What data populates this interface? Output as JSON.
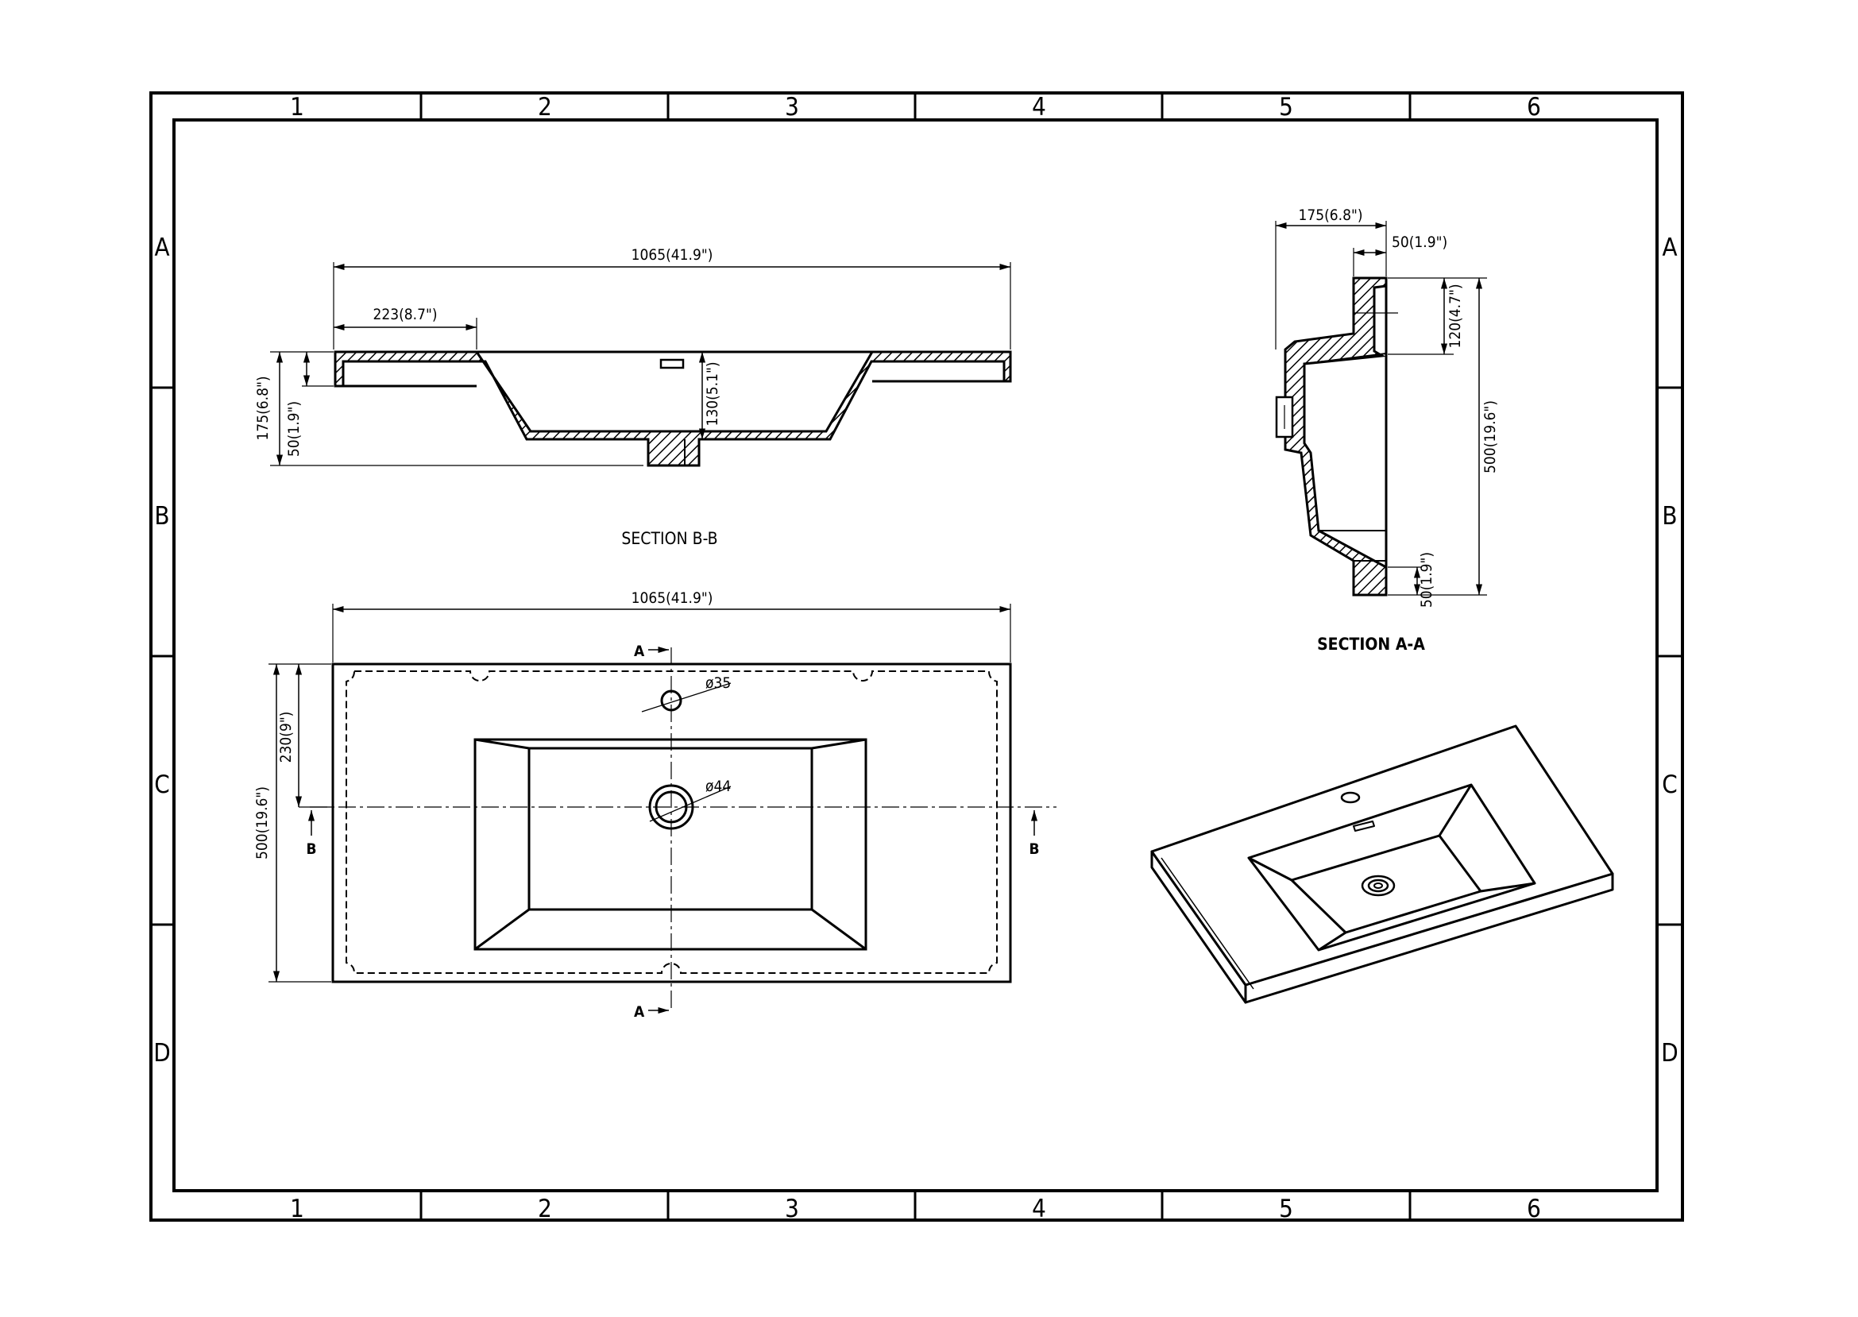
{
  "frame": {
    "column_labels": [
      "1",
      "2",
      "3",
      "4",
      "5",
      "6"
    ],
    "row_labels": [
      "A",
      "B",
      "C",
      "D"
    ]
  },
  "section_bb": {
    "title": "SECTION B-B",
    "overall_width": "1065(41.9\")",
    "rim_offset": "223(8.7\")",
    "total_height": "175(6.8\")",
    "deck_thickness": "50(1.9\")",
    "basin_depth": "130(5.1\")"
  },
  "plan_view": {
    "overall_width": "1065(41.9\")",
    "overall_depth": "500(19.6\")",
    "tap_offset": "230(9\")",
    "tap_hole": "ø35",
    "drain_hole": "ø44",
    "section_marker_a": "A",
    "section_marker_b": "B"
  },
  "section_aa": {
    "title": "SECTION A-A",
    "total_height": "175(6.8\")",
    "deck_thickness_top": "50(1.9\")",
    "upstand_height": "120(4.7\")",
    "overall_depth": "500(19.6\")",
    "front_lip": "50(1.9\")"
  }
}
